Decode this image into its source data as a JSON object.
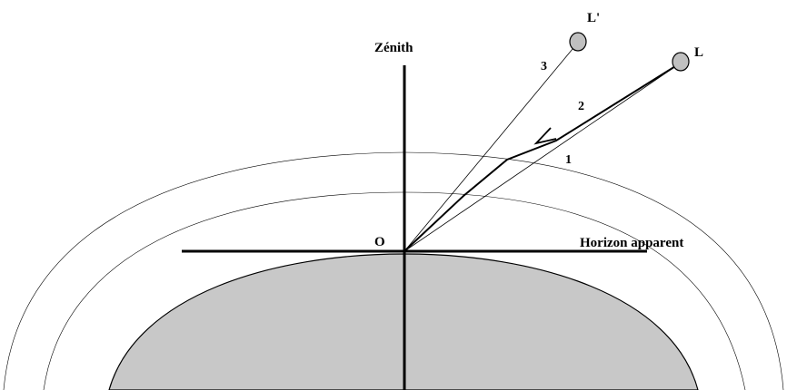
{
  "labels": {
    "zenith": "Zénith",
    "horizon": "Horizon apparent",
    "origin": "O",
    "star_true": "L",
    "star_apparent": "L'",
    "ray_1": "1",
    "ray_2": "2",
    "ray_3": "3"
  },
  "colors": {
    "earth_fill": "#c8c8c8",
    "line": "#000000",
    "star_fill": "#c0c0c0",
    "background": "#ffffff"
  }
}
